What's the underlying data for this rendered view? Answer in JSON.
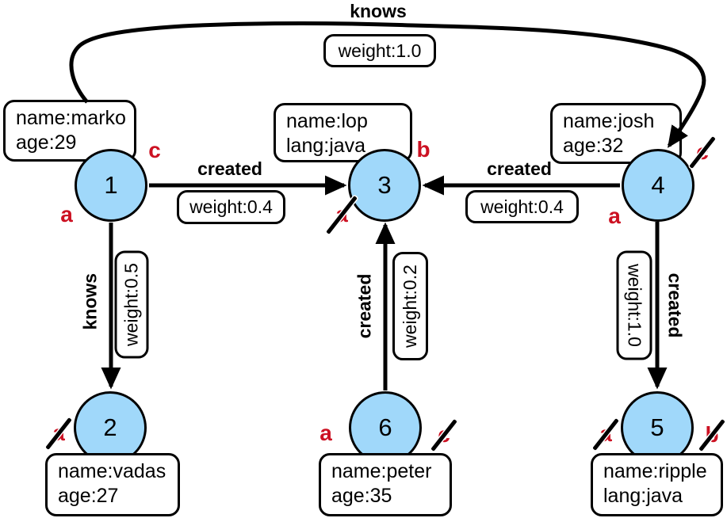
{
  "diagram": {
    "type": "property-graph",
    "colors": {
      "vertex_fill": "#A0D8FA",
      "stroke": "#000000",
      "marker_red": "#CC1122",
      "background": "#FFFFFF"
    },
    "vertices": [
      {
        "id": "1",
        "properties": [
          "name:marko",
          "age:29"
        ],
        "markers": [
          {
            "letter": "c",
            "crossed": false
          },
          {
            "letter": "a",
            "crossed": false
          }
        ]
      },
      {
        "id": "3",
        "properties": [
          "name:lop",
          "lang:java"
        ],
        "markers": [
          {
            "letter": "b",
            "crossed": false
          },
          {
            "letter": "a",
            "crossed": true
          }
        ]
      },
      {
        "id": "4",
        "properties": [
          "name:josh",
          "age:32"
        ],
        "markers": [
          {
            "letter": "c",
            "crossed": true
          },
          {
            "letter": "a",
            "crossed": false
          }
        ]
      },
      {
        "id": "2",
        "properties": [
          "name:vadas",
          "age:27"
        ],
        "markers": [
          {
            "letter": "a",
            "crossed": true
          }
        ]
      },
      {
        "id": "6",
        "properties": [
          "name:peter",
          "age:35"
        ],
        "markers": [
          {
            "letter": "a",
            "crossed": false
          },
          {
            "letter": "c",
            "crossed": true
          }
        ]
      },
      {
        "id": "5",
        "properties": [
          "name:ripple",
          "lang:java"
        ],
        "markers": [
          {
            "letter": "a",
            "crossed": true
          },
          {
            "letter": "b",
            "crossed": true
          }
        ]
      }
    ],
    "edges": [
      {
        "from": "1",
        "to": "4",
        "label": "knows",
        "weight": "weight:1.0"
      },
      {
        "from": "1",
        "to": "3",
        "label": "created",
        "weight": "weight:0.4"
      },
      {
        "from": "4",
        "to": "3",
        "label": "created",
        "weight": "weight:0.4"
      },
      {
        "from": "1",
        "to": "2",
        "label": "knows",
        "weight": "weight:0.5"
      },
      {
        "from": "6",
        "to": "3",
        "label": "created",
        "weight": "weight:0.2"
      },
      {
        "from": "4",
        "to": "5",
        "label": "created",
        "weight": "weight:1.0"
      }
    ]
  }
}
